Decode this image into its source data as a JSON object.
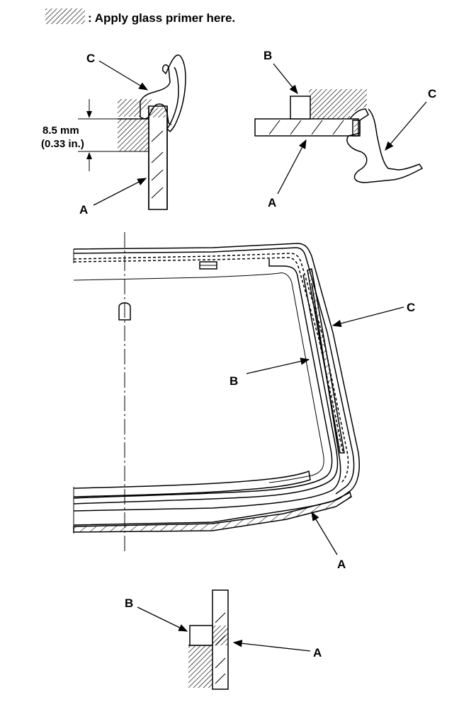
{
  "legend": {
    "text": ": Apply glass primer here."
  },
  "detail_top_left": {
    "label_c": "C",
    "label_a": "A",
    "dimension_mm": "8.5 mm",
    "dimension_in": "(0.33 in.)"
  },
  "detail_top_right": {
    "label_b": "B",
    "label_c": "C",
    "label_a": "A"
  },
  "main_view": {
    "label_c": "C",
    "label_b": "B",
    "label_a": "A"
  },
  "detail_bottom": {
    "label_b": "B",
    "label_a": "A"
  }
}
